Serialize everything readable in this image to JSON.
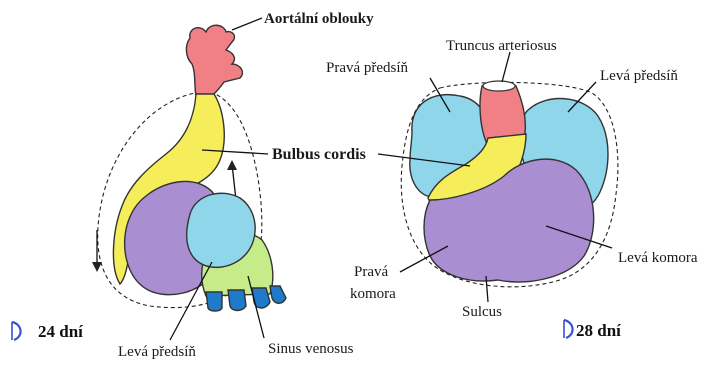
{
  "stages": {
    "left": {
      "label": "24 dní"
    },
    "right": {
      "label": "28 dní"
    }
  },
  "labels": {
    "aortic_arches": "Aortální oblouky",
    "bulbus_cordis": "Bulbus cordis",
    "left_atrium_24": "Levá předsíň",
    "sinus_venosus": "Sinus venosus",
    "truncus_arteriosus": "Truncus arteriosus",
    "right_atrium": "Pravá předsíň",
    "left_atrium_28": "Levá předsíň",
    "left_ventricle": "Levá komora",
    "right_ventricle_line1": "Pravá",
    "right_ventricle_line2": "komora",
    "sulcus": "Sulcus"
  },
  "colors": {
    "aortic": "#f07f86",
    "bulbus": "#f5ee5a",
    "ventricle": "#a98fd1",
    "atrium": "#8fd6ea",
    "sinus": "#c6ec8a",
    "sinus_veins": "#1f7bc9",
    "marker": "#3a4fd8"
  },
  "icons": {
    "stage_marker": "crescent-marker-icon"
  }
}
